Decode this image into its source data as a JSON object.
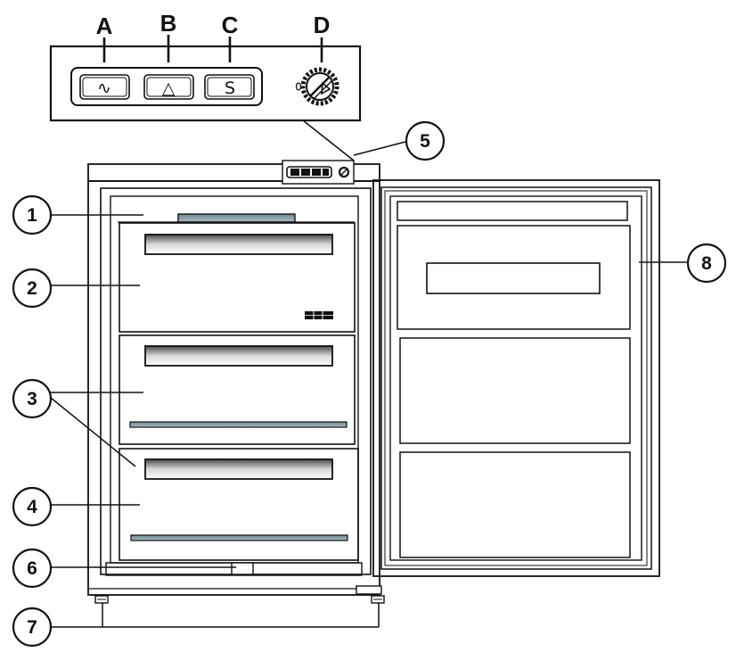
{
  "control_panel": {
    "letters": [
      "A",
      "B",
      "C",
      "D"
    ],
    "button_symbols": [
      "∿",
      "△",
      "S"
    ]
  },
  "callouts": [
    "1",
    "2",
    "3",
    "4",
    "5",
    "6",
    "7",
    "8"
  ],
  "colors": {
    "line": "#111111",
    "bar_fill": "#8aa0ab"
  }
}
